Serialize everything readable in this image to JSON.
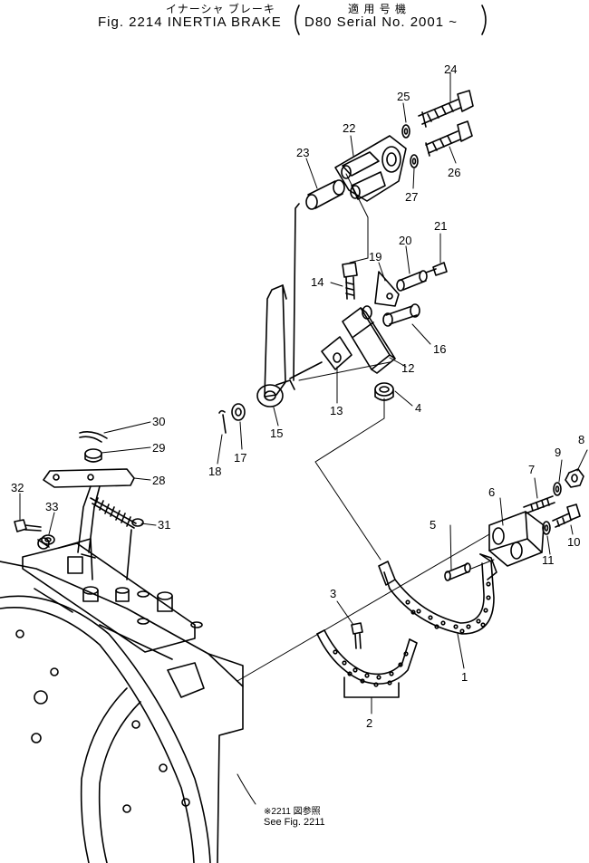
{
  "header": {
    "jp_title": "イナーシャ ブレーキ",
    "jp_applicable": "適 用 号 機",
    "fig_title": "Fig. 2214 INERTIA BRAKE",
    "serial": "D80 Serial No. 2001 ~"
  },
  "reference_note": {
    "jp": "※2211 図参照",
    "en": "See Fig. 2211"
  },
  "part_numbers": [
    "1",
    "2",
    "3",
    "4",
    "5",
    "6",
    "7",
    "8",
    "9",
    "10",
    "11",
    "12",
    "13",
    "14",
    "15",
    "16",
    "17",
    "18",
    "19",
    "20",
    "21",
    "22",
    "23",
    "24",
    "25",
    "26",
    "27",
    "28",
    "29",
    "30",
    "31",
    "32",
    "33"
  ]
}
